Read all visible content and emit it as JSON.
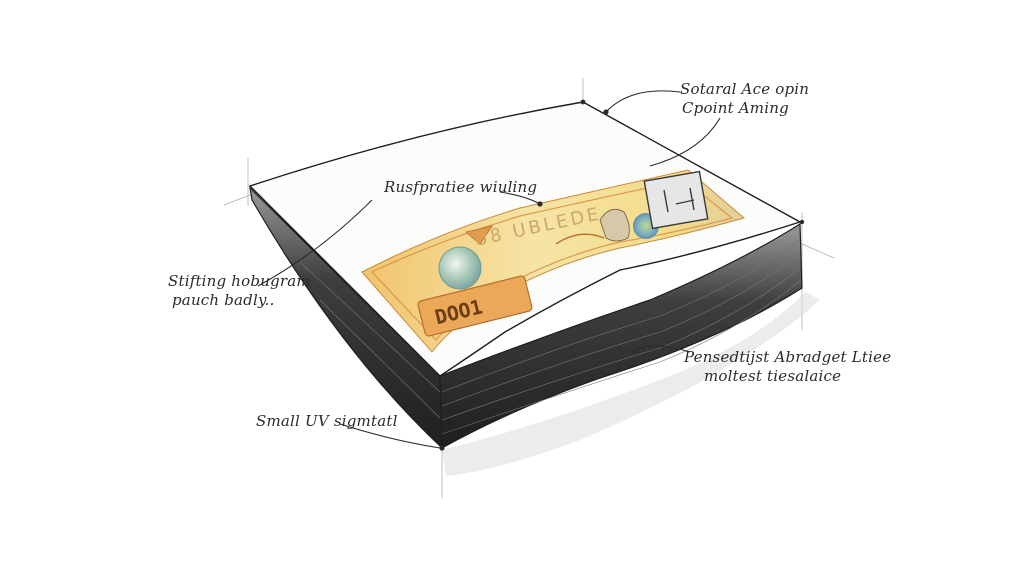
{
  "annotations": {
    "top_right": {
      "line1": "Sotaral Ace opin",
      "line2": "Cpoint Aming"
    },
    "center": {
      "line1": "Rusfpratiee wiuling"
    },
    "left": {
      "line1": "Stifting hobugram",
      "line2": "pauch badly.."
    },
    "right": {
      "line1": "Pensedtijst Abradget Ltiee",
      "line2": "moltest tiesalaice"
    },
    "bottom": {
      "line1": "Small UV sigmtatl"
    }
  },
  "banknote": {
    "top_text": "U8 UBLEDE",
    "denomination": "DOO1"
  },
  "colors": {
    "ink": "#2b2b2b",
    "note_yellow": "#f3dd8f",
    "note_orange": "#e7a24f",
    "hologram": "#a9c9b8",
    "stack_dark": "#3a3a3a"
  }
}
